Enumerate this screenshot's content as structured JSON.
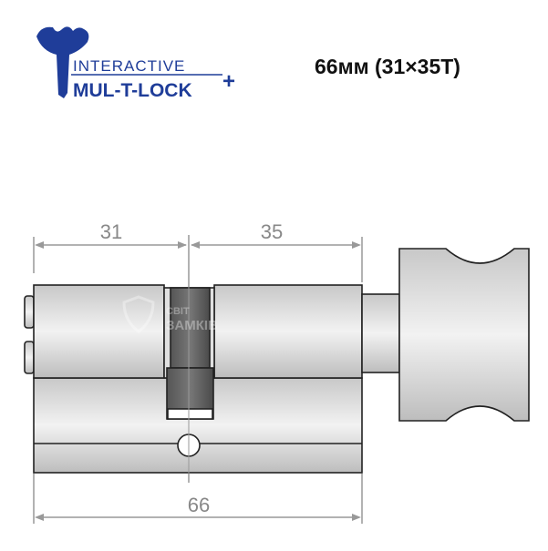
{
  "title": "66мм (31×35T)",
  "logo": {
    "line1": "INTERACTIVE",
    "line2": "MUL-T-LOCK",
    "plus": "+",
    "color": "#1f3d99"
  },
  "watermark": {
    "line1": "СВІТ",
    "line2": "ЗАМКІВ"
  },
  "dimensions": {
    "left": "31",
    "right": "35",
    "total": "66"
  }
}
